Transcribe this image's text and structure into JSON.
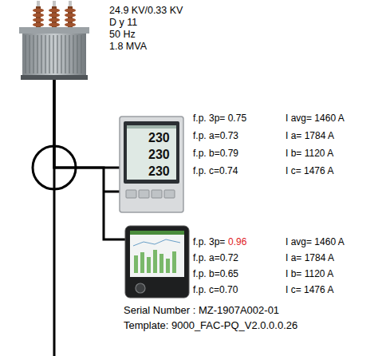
{
  "diagram": {
    "nodes": [
      {
        "text": [
          "24.9 KV/0.33 KV",
          "D y 11",
          "50 Hz",
          "1.8 MVA"
        ]
      },
      {
        "text": [
          "230",
          "230",
          "230",
          "f.p. 3p= 0.75",
          "I avg= 1460 A",
          "f.p. a=0.73",
          "I a= 1784 A",
          "f.p. b=0.79",
          "I b= 1120 A",
          "f.p. c=0.74",
          "I c= 1476 A"
        ]
      },
      {
        "text": [
          "f.p. 3p=",
          "0.96",
          "I avg= 1460 A",
          "f.p. a=0.72",
          "I a= 1784 A",
          "f.p. b=0.65",
          "I b= 1120 A",
          "f.p. c=0.70",
          "I c= 1476 A"
        ]
      }
    ],
    "edges": [
      {
        "from": 0,
        "to": 1,
        "arrow": "none"
      },
      {
        "from": 0,
        "to": 2,
        "arrow": "none"
      }
    ],
    "labels": [
      "Serial Number : MZ-1907A002-01",
      "Template: 9000_FAC-PQ_V2.0.0.0.26"
    ]
  }
}
